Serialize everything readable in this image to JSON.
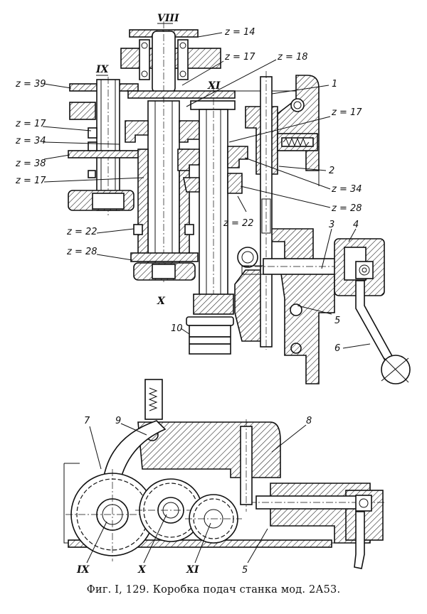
{
  "figure": {
    "caption": "Фиг. I, 129. Коробка подач станка мод. 2А53.",
    "upper_view": {
      "shaft_labels": {
        "viii": "VIII",
        "ix": "IX",
        "x": "X",
        "xi": "XI"
      },
      "gear_labels": [
        {
          "id": "z14",
          "text": "z = 14"
        },
        {
          "id": "z17_top",
          "text": "z = 17"
        },
        {
          "id": "z18",
          "text": "z = 18"
        },
        {
          "id": "z39",
          "text": "z = 39"
        },
        {
          "id": "z17_ix_upper",
          "text": "z = 17"
        },
        {
          "id": "z34_ix",
          "text": "z = 34"
        },
        {
          "id": "z38",
          "text": "z = 38"
        },
        {
          "id": "z17_ix_lower",
          "text": "z = 17"
        },
        {
          "id": "z22_x",
          "text": "z = 22"
        },
        {
          "id": "z28_x",
          "text": "z = 28"
        },
        {
          "id": "z17_right",
          "text": "z = 17"
        },
        {
          "id": "z34_right",
          "text": "z = 34"
        },
        {
          "id": "z28_right",
          "text": "z = 28"
        },
        {
          "id": "z22_xi",
          "text": "z = 22"
        }
      ],
      "part_numbers": {
        "p1": "1",
        "p2": "2",
        "p3": "3",
        "p4": "4",
        "p5": "5",
        "p6": "6",
        "p10": "10"
      }
    },
    "lower_view": {
      "shaft_labels": {
        "ix": "IX",
        "x": "X",
        "xi": "XI"
      },
      "part_numbers": {
        "p5": "5",
        "p7": "7",
        "p8": "8",
        "p9": "9"
      }
    }
  }
}
